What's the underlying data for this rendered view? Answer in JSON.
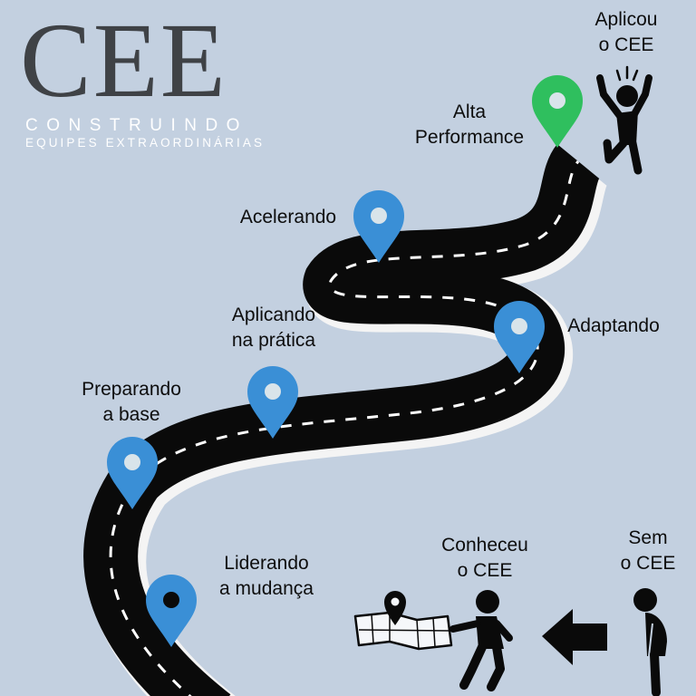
{
  "logo": {
    "title": "CEE",
    "line1": "CONSTRUINDO",
    "line2": "EQUIPES EXTRAORDINÁRIAS"
  },
  "stages": {
    "aplicou": [
      "Aplicou",
      "o CEE"
    ],
    "alta_performance": [
      "Alta",
      "Performance"
    ],
    "acelerando": [
      "Acelerando"
    ],
    "adaptando": [
      "Adaptando"
    ],
    "aplicando": [
      "Aplicando",
      "na prática"
    ],
    "preparando": [
      "Preparando",
      "a base"
    ],
    "liderando": [
      "Liderando",
      "a mudança"
    ],
    "conheceu": [
      "Conheceu",
      "o CEE"
    ],
    "sem": [
      "Sem",
      "o CEE"
    ]
  },
  "colors": {
    "background": "#c3d0e0",
    "road": "#0a0a0a",
    "pin_blue": "#3a8fd6",
    "pin_green": "#2fbf5e",
    "logo_gray": "#3f4246"
  },
  "icons": [
    "map-pin-icon",
    "map-icon",
    "arrow-left-icon",
    "person-icon"
  ]
}
